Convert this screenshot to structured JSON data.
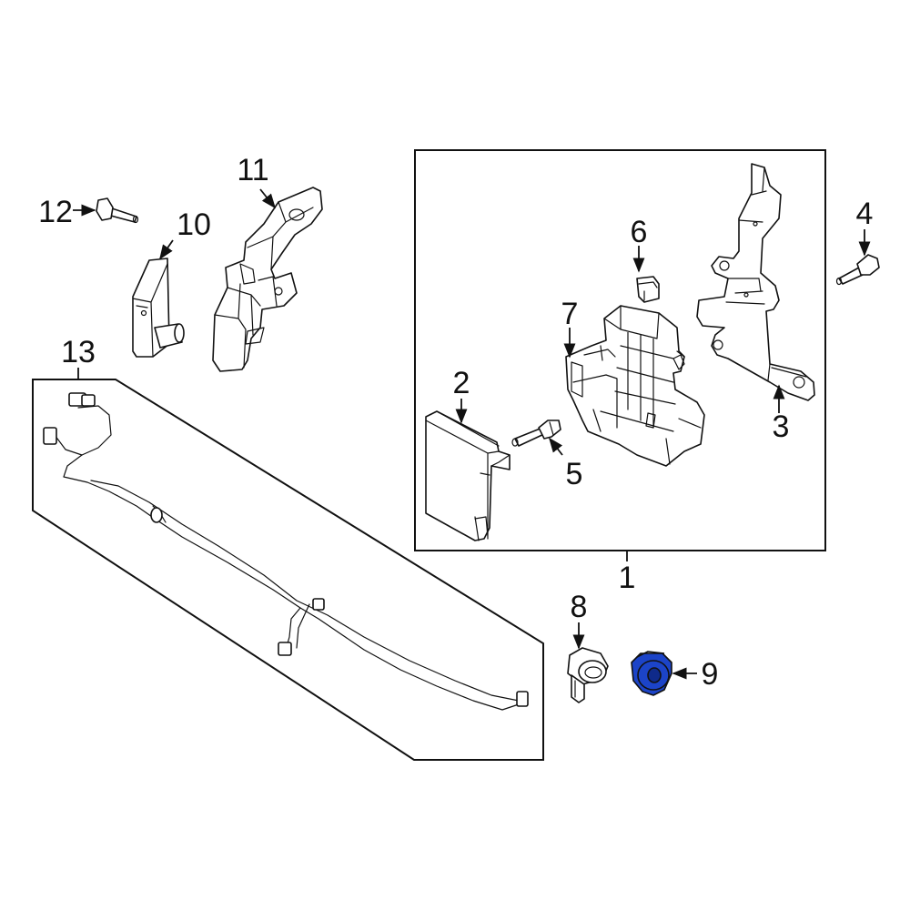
{
  "colors": {
    "highlight": "#1c44c8",
    "highlight_dark": "#0f2a8a",
    "line": "#111111",
    "background": "#ffffff"
  },
  "callouts": {
    "c1": "1",
    "c2": "2",
    "c3": "3",
    "c4": "4",
    "c5": "5",
    "c6": "6",
    "c7": "7",
    "c8": "8",
    "c9": "9",
    "c10": "10",
    "c11": "11",
    "c12": "12",
    "c13": "13"
  }
}
